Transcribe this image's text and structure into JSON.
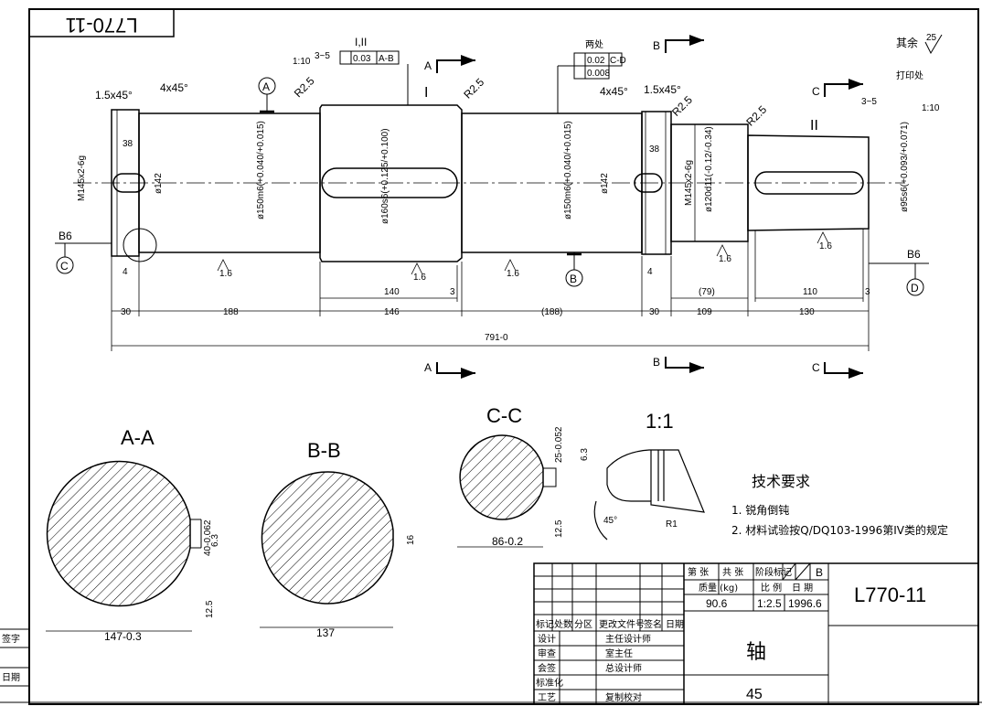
{
  "drawing": {
    "part_number": "L770-11",
    "part_number_rotated": "L770-11",
    "part_name": "轴",
    "material": "45",
    "mass": "90.6",
    "scale": "1:2.5",
    "date": "1996.6",
    "sheet_info": "第 张",
    "total_sheets": "共 张",
    "stage_mark": "阶段标记",
    "stage_letter": "B",
    "mass_label": "质量 (kg)",
    "scale_label": "比 例",
    "date_label": "日 期"
  },
  "title_block": {
    "headers": [
      "标记",
      "处数",
      "分区",
      "更改文件号",
      "签名",
      "日期"
    ],
    "rows": [
      [
        "设计",
        "主任设计师"
      ],
      [
        "审查",
        "室主任"
      ],
      [
        "会签",
        "总设计师"
      ],
      [
        "标准化",
        ""
      ],
      [
        "工艺",
        "复制校对"
      ]
    ]
  },
  "margin_labels": {
    "sign": "签字",
    "date": "日期"
  },
  "roughness_note": "其余",
  "roughness_default": "25",
  "tech_req": {
    "title": "技术要求",
    "items": [
      "1. 锐角倒钝",
      "2. 材料试验按Q/DQ103-1996第IV类的规定"
    ]
  },
  "tolerances": {
    "two_places": "两处",
    "frame1": [
      "0.03",
      "A-B"
    ],
    "frame2a": [
      "0.02",
      "C-D"
    ],
    "frame2b": [
      "0.008"
    ],
    "label_I_II": "I,II",
    "label_I": "I",
    "label_II": "II"
  },
  "section_labels": {
    "A": "A",
    "B": "B",
    "C": "C",
    "AA": "A-A",
    "BB": "B-B",
    "CC": "C-C",
    "detail": "1:1"
  },
  "datums": [
    "A",
    "B",
    "C",
    "D"
  ],
  "dims_main": {
    "chamfer1": "1.5x45°",
    "chamfer2": "4x45°",
    "chamfer3": "4x45°",
    "chamfer4": "1.5x45°",
    "r1": "R2.5",
    "r2": "R2.5",
    "r3": "R2.5",
    "r4": "R2.5",
    "taper1": "1:10",
    "taper2": "1:10",
    "d35a": "3~5",
    "d35b": "3~5",
    "thread1": "M145x2-6g",
    "thread2": "M145x2-6g",
    "d142a": "ø142",
    "d142b": "ø142",
    "d150a": "ø150m6(+0.040/+0.015)",
    "d160": "ø160s6(+0.125/+0.100)",
    "d150b": "ø150m6(+0.040/+0.015)",
    "d120": "ø120d11(-0.12/-0.34)",
    "d95": "ø95s6(+0.093/+0.071)",
    "w38a": "38",
    "w38b": "38",
    "w4a": "4",
    "w4b": "4",
    "b6a": "B6",
    "b6b": "B6",
    "stamp": "打印处",
    "ra16": "1.6",
    "seg": [
      "30",
      "188",
      "146",
      "(188)",
      "30",
      "109",
      "130"
    ],
    "sub": [
      "140",
      "3",
      "(79)",
      "110",
      "3"
    ],
    "total": "791-0"
  },
  "dims_sections": {
    "aa_w": "147-0.3",
    "aa_key": "40-0.062",
    "aa_63": "6.3",
    "aa_125": "12.5",
    "bb_w": "137",
    "bb_key": "16",
    "cc_w": "86-0.2",
    "cc_key": "25-0.052",
    "cc_63": "6.3",
    "cc_125": "12.5",
    "det_angle": "45°",
    "det_r": "R1"
  }
}
